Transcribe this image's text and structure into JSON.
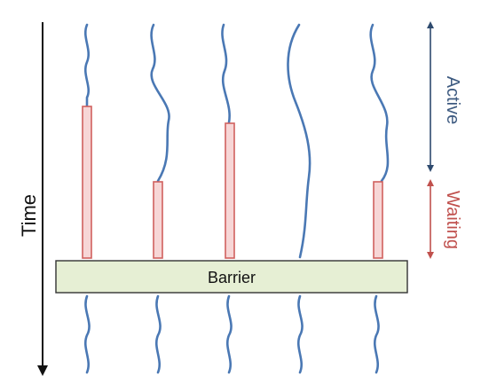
{
  "diagram": {
    "time_label": "Time",
    "barrier_label": "Barrier",
    "active_label": "Active",
    "waiting_label": "Waiting",
    "colors": {
      "thread": "#4a78b4",
      "wait_fill": "#f7d6d6",
      "wait_stroke": "#d0605e",
      "barrier_fill": "#e6efd4",
      "active_text": "#3d5a80",
      "waiting_text": "#c0504d"
    }
  }
}
